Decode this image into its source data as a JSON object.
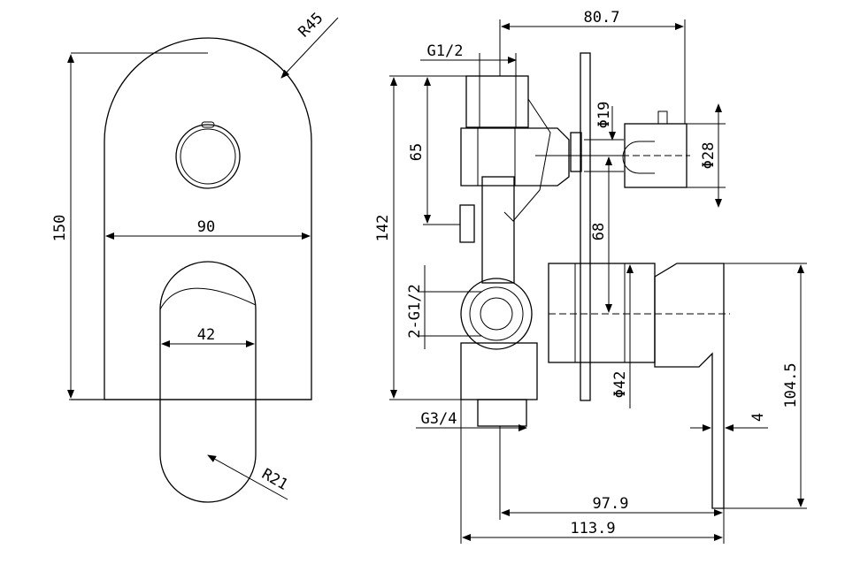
{
  "front_view": {
    "radius_top": "R45",
    "height": "150",
    "width": "90",
    "handle_width": "42",
    "radius_handle": "R21"
  },
  "side_view": {
    "total_depth": "80.7",
    "inlet_thread": "G1/2",
    "upper_spacing": "65",
    "total_height": "142",
    "port_spacing": "68",
    "outlet_diameter": "Φ19",
    "spout_diameter": "Φ28",
    "side_ports": "2-G1/2",
    "bottom_thread": "G3/4",
    "valve_diameter": "Φ42",
    "lever_thickness": "4",
    "lever_height": "104.5",
    "projection_1": "97.9",
    "projection_2": "113.9"
  }
}
